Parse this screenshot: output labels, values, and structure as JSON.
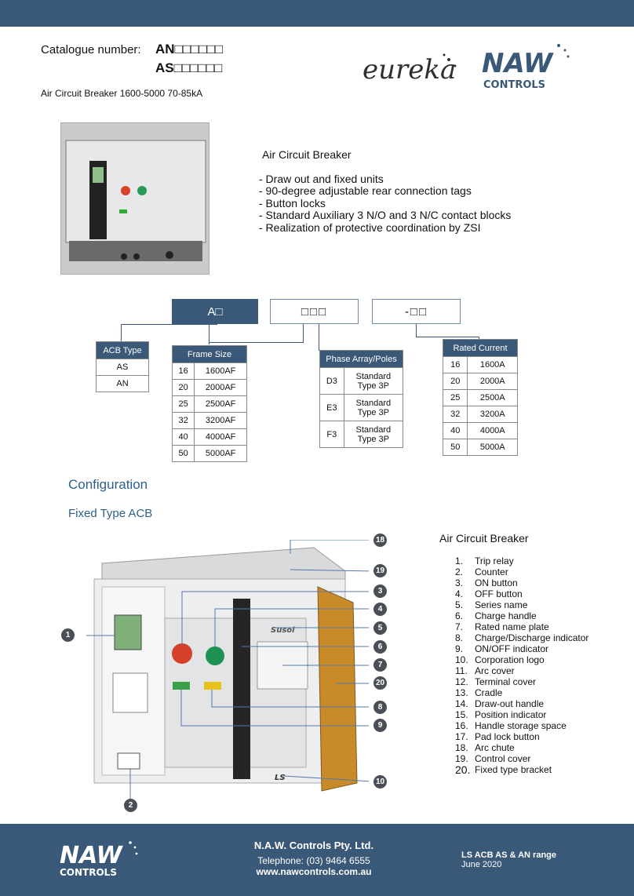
{
  "header": {
    "catalogue_label": "Catalogue number:",
    "code_an": "AN□□□□□□",
    "code_as": "AS□□□□□□",
    "subtitle": "Air Circuit Breaker  1600-5000  70-85kA",
    "logo_eureka": "eureka",
    "logo_naw": "NAW",
    "logo_controls": "CONTROLS"
  },
  "intro": {
    "title": "Air Circuit Breaker",
    "features": [
      "- Draw out and fixed units",
      "- 90-degree adjustable rear connection tags",
      "- Button locks",
      "- Standard Auxiliary 3 N/O and 3 N/C contact blocks",
      "- Realization of protective coordination by ZSI"
    ]
  },
  "ordering": {
    "box1": "A□",
    "box2": "□□□",
    "box3": "-□□",
    "acb_type": {
      "header": "ACB Type",
      "rows": [
        "AS",
        "AN"
      ]
    },
    "frame_size": {
      "header": "Frame Size",
      "rows": [
        [
          "16",
          "1600AF"
        ],
        [
          "20",
          "2000AF"
        ],
        [
          "25",
          "2500AF"
        ],
        [
          "32",
          "3200AF"
        ],
        [
          "40",
          "4000AF"
        ],
        [
          "50",
          "5000AF"
        ]
      ]
    },
    "phase": {
      "header": "Phase Array/Poles",
      "rows": [
        [
          "D3",
          "Standard",
          "Type 3P"
        ],
        [
          "E3",
          "Standard",
          "Type 3P"
        ],
        [
          "F3",
          "Standard",
          "Type 3P"
        ]
      ]
    },
    "rated_current": {
      "header": "Rated Current",
      "rows": [
        [
          "16",
          "1600A"
        ],
        [
          "20",
          "2000A"
        ],
        [
          "25",
          "2500A"
        ],
        [
          "32",
          "3200A"
        ],
        [
          "40",
          "4000A"
        ],
        [
          "50",
          "5000A"
        ]
      ]
    }
  },
  "configuration": {
    "heading": "Configuration",
    "subheading": "Fixed Type ACB",
    "parts_title": "Air Circuit Breaker",
    "parts": [
      {
        "n": "1.",
        "label": "Trip relay"
      },
      {
        "n": "2.",
        "label": "Counter"
      },
      {
        "n": "3.",
        "label": "ON button"
      },
      {
        "n": "4.",
        "label": "OFF button"
      },
      {
        "n": "5.",
        "label": "Series name"
      },
      {
        "n": "6.",
        "label": "Charge handle"
      },
      {
        "n": "7.",
        "label": "Rated name plate"
      },
      {
        "n": "8.",
        "label": "Charge/Discharge indicator"
      },
      {
        "n": "9.",
        "label": "ON/OFF indicator"
      },
      {
        "n": "10.",
        "label": "Corporation logo"
      },
      {
        "n": "11.",
        "label": "Arc cover"
      },
      {
        "n": "12.",
        "label": "Terminal cover"
      },
      {
        "n": "13.",
        "label": "Cradle"
      },
      {
        "n": "14.",
        "label": "Draw-out handle"
      },
      {
        "n": "15.",
        "label": "Position indicator"
      },
      {
        "n": "16.",
        "label": "Handle storage space"
      },
      {
        "n": "17.",
        "label": "Pad lock button"
      },
      {
        "n": "18.",
        "label": "Arc chute"
      },
      {
        "n": "19.",
        "label": "Control cover"
      },
      {
        "n": "20.",
        "label": "Fixed type bracket"
      }
    ],
    "callouts": [
      "1",
      "2",
      "3",
      "4",
      "5",
      "6",
      "7",
      "8",
      "9",
      "10",
      "18",
      "19",
      "20"
    ],
    "brand_text": "Susol",
    "ls_text": "LS"
  },
  "footer": {
    "company": "N.A.W. Controls Pty. Ltd.",
    "telephone": "Telephone: (03) 9464 6555",
    "website": "www.nawcontrols.com.au",
    "range": "LS ACB AS & AN range",
    "date": "June 2020",
    "logo_naw": "NAW",
    "logo_controls": "CONTROLS"
  },
  "colors": {
    "brand": "#3a5877",
    "heading": "#2d5f8a"
  }
}
